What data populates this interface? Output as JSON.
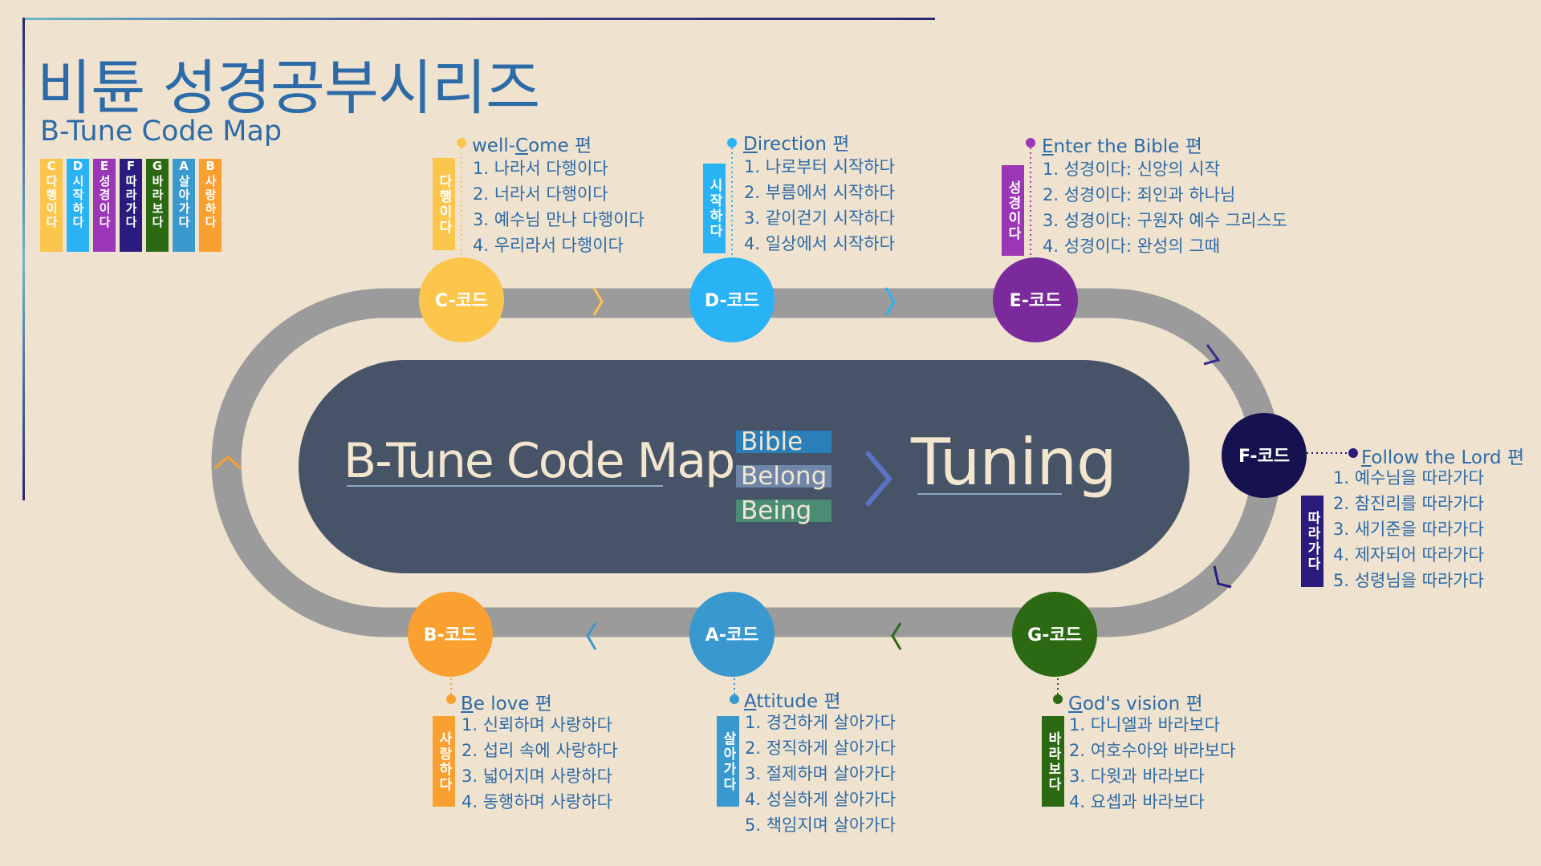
{
  "header": {
    "title": "비튠 성경공부시리즈",
    "subtitle": "B-Tune Code Map"
  },
  "legend": [
    {
      "text": "C다행이다",
      "color": "#fcc64d"
    },
    {
      "text": "D시작하다",
      "color": "#29b3f5"
    },
    {
      "text": "E성경이다",
      "color": "#9b36b7"
    },
    {
      "text": "F따라가다",
      "color": "#2a1b7c"
    },
    {
      "text": "G바라보다",
      "color": "#2b6a12"
    },
    {
      "text": "A살아가다",
      "color": "#3999cf"
    },
    {
      "text": "B사랑하다",
      "color": "#f9a030"
    }
  ],
  "center": {
    "title": "B-Tune Code Map",
    "words": [
      "Bible",
      "Belong",
      "Being"
    ],
    "word_colors": [
      "#2a7fb8",
      "#6f86a8",
      "#4a8c74"
    ],
    "result": "Tuning"
  },
  "colors": {
    "track": "#9b9b9b",
    "center_panel": "#475467",
    "text_blue": "#2d6aa8",
    "background": "#efe3cf"
  },
  "nodes": [
    {
      "id": "c",
      "label": "C-코드",
      "color": "#fcc64d",
      "head_first": "well-C",
      "head_rest": "ome 편",
      "tag": "다행이다",
      "items": [
        "1. 나라서 다행이다",
        "2. 너라서 다행이다",
        "3. 예수님 만나 다행이다",
        "4. 우리라서 다행이다"
      ]
    },
    {
      "id": "d",
      "label": "D-코드",
      "color": "#29b3f5",
      "head_first": "D",
      "head_rest": "irection 편",
      "tag": "시작하다",
      "items": [
        "1. 나로부터 시작하다",
        "2. 부름에서 시작하다",
        "3. 같이걷기 시작하다",
        "4. 일상에서 시작하다"
      ]
    },
    {
      "id": "e",
      "label": "E-코드",
      "color": "#7a2a9b",
      "head_first": "E",
      "head_rest": "nter the Bible 편",
      "tag": "성경이다",
      "items": [
        "1. 성경이다: 신앙의 시작",
        "2. 성경이다: 죄인과 하나님",
        "3. 성경이다: 구원자 예수 그리스도",
        "4. 성경이다: 완성의 그때"
      ]
    },
    {
      "id": "f",
      "label": "F-코드",
      "color": "#15124f",
      "head_first": "F",
      "head_rest": "ollow the Lord 편",
      "tag": "따라가다",
      "items": [
        "1. 예수님을 따라가다",
        "2. 참진리를 따라가다",
        "3. 새기준을 따라가다",
        "4. 제자되어 따라가다",
        "5. 성령님을 따라가다"
      ]
    },
    {
      "id": "g",
      "label": "G-코드",
      "color": "#2b6a12",
      "head_first": "G",
      "head_rest": "od's vision 편",
      "tag": "바라보다",
      "items": [
        "1. 다니엘과 바라보다",
        "2. 여호수아와 바라보다",
        "3. 다윗과 바라보다",
        "4. 요셉과 바라보다"
      ]
    },
    {
      "id": "a",
      "label": "A-코드",
      "color": "#3999cf",
      "head_first": "A",
      "head_rest": "ttitude 편",
      "tag": "살아가다",
      "items": [
        "1. 경건하게 살아가다",
        "2. 정직하게 살아가다",
        "3. 절제하며 살아가다",
        "4. 성실하게 살아가다",
        "5. 책임지며 살아가다"
      ]
    },
    {
      "id": "b",
      "label": "B-코드",
      "color": "#f9a030",
      "head_first": "B",
      "head_rest": "e love 편",
      "tag": "사랑하다",
      "items": [
        "1. 신뢰하며 사랑하다",
        "2. 섭리 속에 사랑하다",
        "3. 넓어지며 사랑하다",
        "4. 동행하며 사랑하다"
      ]
    }
  ]
}
